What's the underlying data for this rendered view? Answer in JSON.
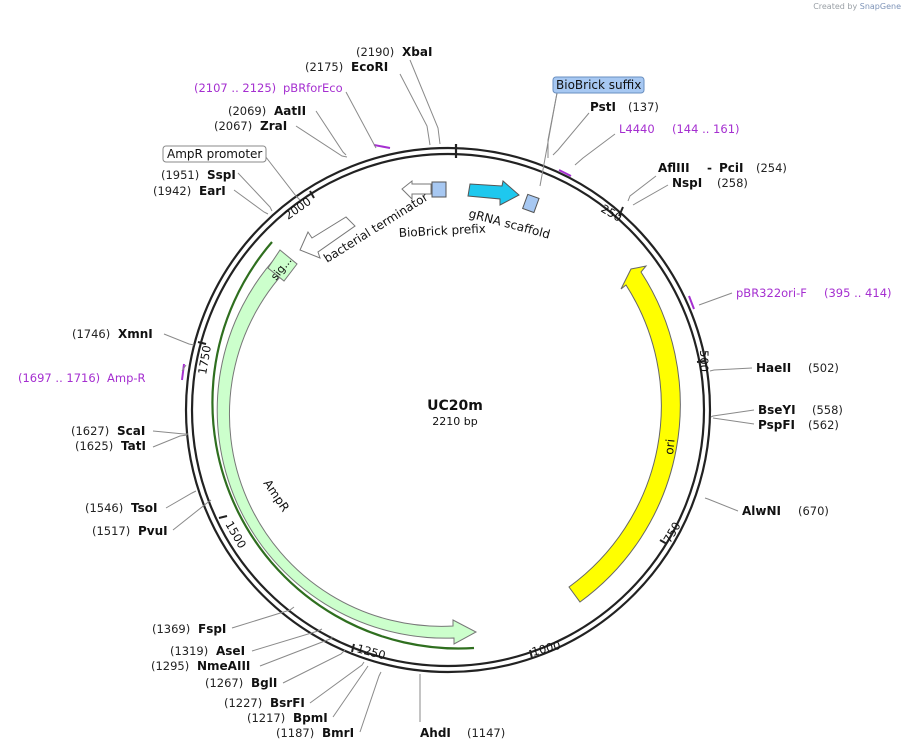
{
  "credit": {
    "created_by": "Created by",
    "brand": "SnapGene"
  },
  "plasmid": {
    "name": "UC20m",
    "size": "2210 bp"
  },
  "ticks": [
    "250",
    "500",
    "750",
    "1000",
    "1250",
    "1500",
    "1750",
    "2000"
  ],
  "enzymes": [
    {
      "name": "XbaI",
      "pos": "(2190)"
    },
    {
      "name": "EcoRI",
      "pos": "(2175)"
    },
    {
      "name": "AatII",
      "pos": "(2069)"
    },
    {
      "name": "ZraI",
      "pos": "(2067)"
    },
    {
      "name": "SspI",
      "pos": "(1951)"
    },
    {
      "name": "EarI",
      "pos": "(1942)"
    },
    {
      "name": "XmnI",
      "pos": "(1746)"
    },
    {
      "name": "ScaI",
      "pos": "(1627)"
    },
    {
      "name": "TatI",
      "pos": "(1625)"
    },
    {
      "name": "TsoI",
      "pos": "(1546)"
    },
    {
      "name": "PvuI",
      "pos": "(1517)"
    },
    {
      "name": "FspI",
      "pos": "(1369)"
    },
    {
      "name": "AseI",
      "pos": "(1319)"
    },
    {
      "name": "NmeAIII",
      "pos": "(1295)"
    },
    {
      "name": "BglI",
      "pos": "(1267)"
    },
    {
      "name": "BsrFI",
      "pos": "(1227)"
    },
    {
      "name": "BpmI",
      "pos": "(1217)"
    },
    {
      "name": "BmrI",
      "pos": "(1187)"
    },
    {
      "name": "AhdI",
      "pos": "(1147)"
    },
    {
      "name": "AlwNI",
      "pos": "(670)"
    },
    {
      "name": "BseYI",
      "pos": "(558)"
    },
    {
      "name": "PspFI",
      "pos": "(562)"
    },
    {
      "name": "HaeII",
      "pos": "(502)"
    },
    {
      "name": "PstI",
      "pos": "(137)"
    },
    {
      "name": "AflIII",
      "pos": "(254)"
    },
    {
      "name": "PciI",
      "pos": ""
    },
    {
      "name": "NspI",
      "pos": "(258)"
    }
  ],
  "afliii_sep": "-",
  "primers": [
    {
      "name": "pBRforEco",
      "range": "(2107 .. 2125)"
    },
    {
      "name": "L4440",
      "range": "(144 .. 161)"
    },
    {
      "name": "pBR322ori-F",
      "range": "(395 .. 414)"
    },
    {
      "name": "Amp-R",
      "range": "(1697 .. 1716)"
    }
  ],
  "boxed_labels": {
    "biobrick_suffix": "BioBrick suffix",
    "ampr_promoter": "AmpR promoter"
  },
  "features": {
    "grna_scaffold": "gRNA scaffold",
    "biobrick_prefix": "BioBrick prefix",
    "bacterial_terminator": "bacterial terminator",
    "ori": "ori",
    "ampr": "AmpR",
    "sig": "sig..."
  },
  "colors": {
    "backbone": "#222222",
    "ori": "#ffff00",
    "ampr": "#ccffcc",
    "ampr_outline": "#2f6f1f",
    "grna": "#1ec8ee",
    "biobrick": "#a7c8f2",
    "primer": "#a52fd0",
    "terminator": "#ffffff"
  }
}
